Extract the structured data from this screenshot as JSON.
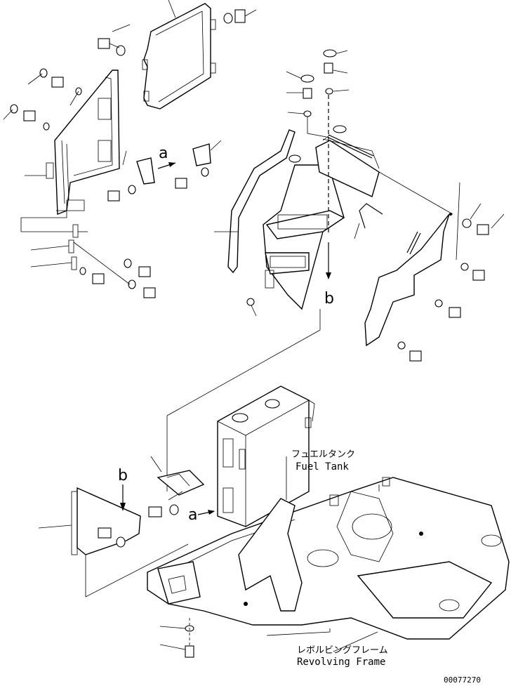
{
  "labels": {
    "fuel_tank_jp": "フュエルタンク",
    "fuel_tank_en": "Fuel Tank",
    "revolving_frame_jp": "レボルビングフレーム",
    "revolving_frame_en": "Revolving Frame",
    "ref_a": "a",
    "ref_b": "b",
    "drawing_number": "00077270"
  }
}
